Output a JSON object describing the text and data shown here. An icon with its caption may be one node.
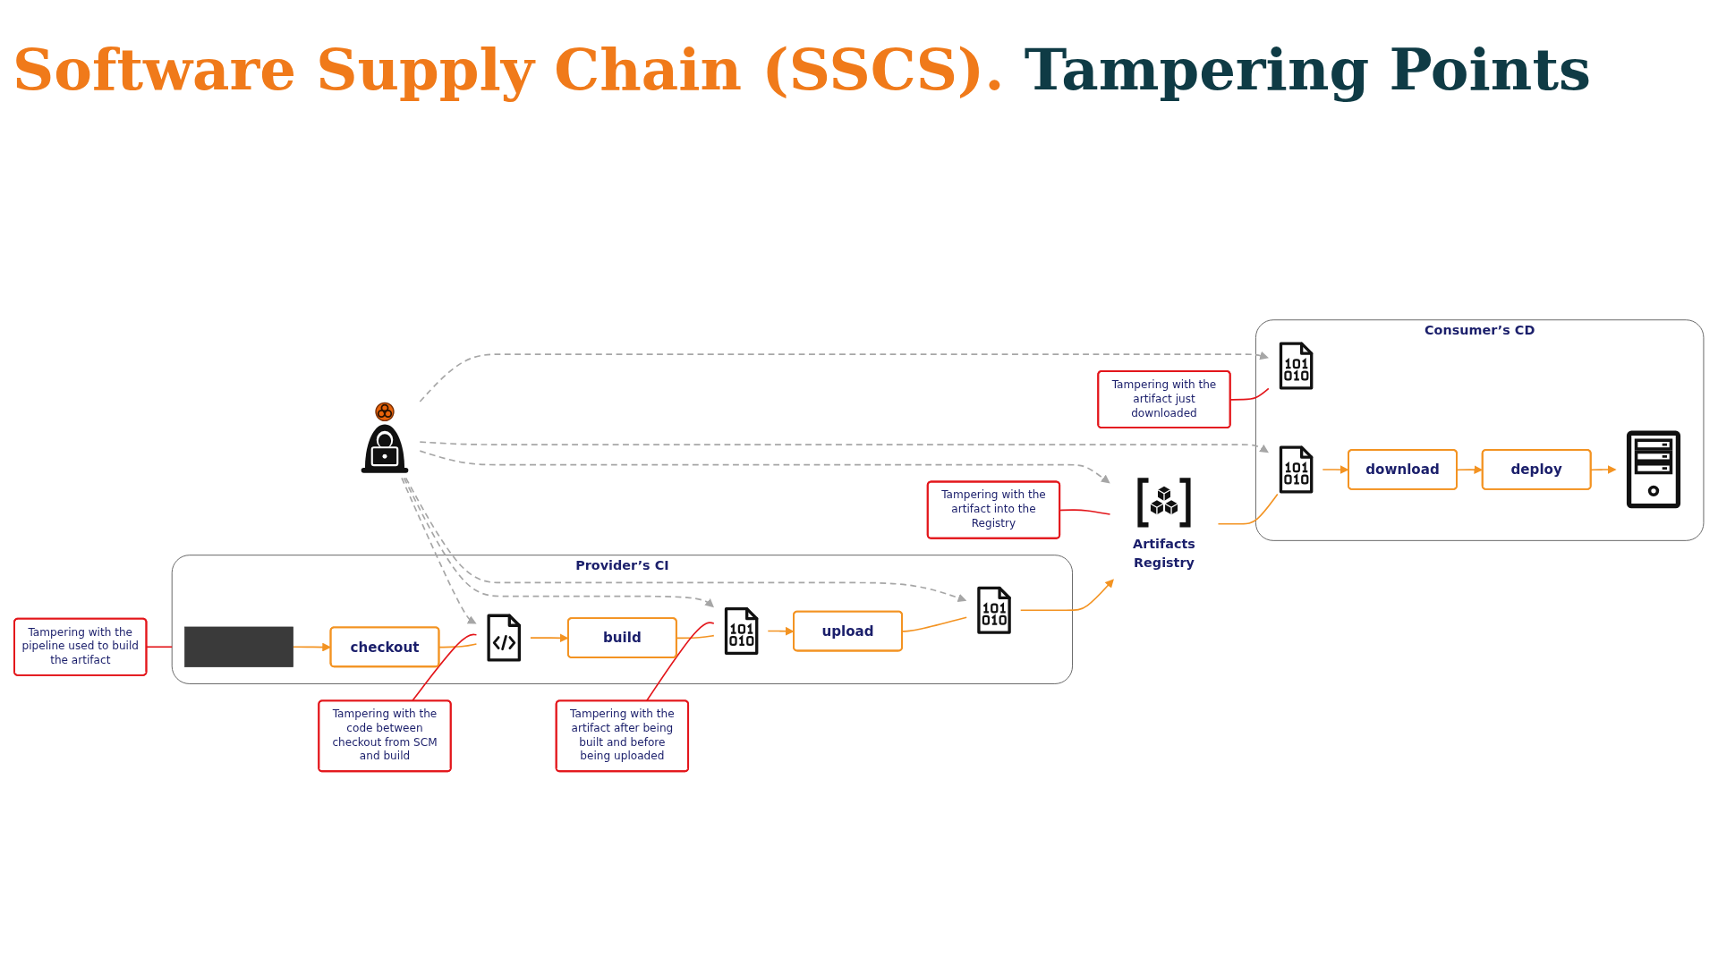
{
  "diagram": {
    "title": "Software Supply Chain (SSCS). Tampering Points",
    "nodes": [
      {
        "text": [
          "Tampering with the pipeline used to build the artifact"
        ]
      },
      {
        "text": [
          "Provider’s CI"
        ]
      },
      {
        "text": [],
        "shape": "box",
        "in": 1
      },
      {
        "text": [
          "checkout"
        ],
        "in": 1
      },
      {
        "text": [
          "Tampering with the code between checkout from SCM and build"
        ]
      },
      {
        "text": [],
        "shape": "document",
        "in": 1
      },
      {
        "text": [
          "build"
        ],
        "in": 1
      },
      {
        "text": [
          "Tampering with the artifact after being built and before being uploaded"
        ]
      },
      {
        "text": [],
        "shape": "document",
        "in": 1
      },
      {
        "text": [
          "upload"
        ],
        "in": 1
      },
      {
        "text": [],
        "shape": "document",
        "in": 1
      },
      {
        "text": [
          "Consumer’s CD"
        ]
      },
      {
        "text": [],
        "shape": "picture",
        "in": 11
      },
      {
        "text": [
          "deploy"
        ],
        "in": 11
      },
      {
        "text": [],
        "shape": "document",
        "in": 11
      },
      {
        "text": [
          "Tampering with the artifact just downloaded"
        ]
      },
      {
        "text": [
          "download"
        ],
        "in": 11
      },
      {
        "text": [],
        "shape": "document",
        "in": 11
      },
      {
        "text": [],
        "shape": "person"
      },
      {
        "text": [
          "Artifacts Registry"
        ]
      },
      {
        "text": [
          "Tampering with the artifact into the Registry"
        ]
      }
    ],
    "edges": [
      {
        "from": 0,
        "to": 1,
        "arrow": "none",
        "color": "#e3161b"
      },
      {
        "from": 2,
        "to": 3,
        "arrow": "to"
      },
      {
        "from": 3,
        "to": 5,
        "arrow": "none"
      },
      {
        "from": 5,
        "to": 6,
        "arrow": "to"
      },
      {
        "from": 4,
        "to": 5,
        "arrow": "none",
        "color": "#e3161b"
      },
      {
        "from": 6,
        "to": 8,
        "arrow": "none"
      },
      {
        "from": 8,
        "to": 9,
        "arrow": "to"
      },
      {
        "from": 7,
        "to": 8,
        "arrow": "none",
        "color": "#e3161b"
      },
      {
        "from": 9,
        "to": 10,
        "arrow": "none"
      },
      {
        "from": 10,
        "to": 19,
        "arrow": "to"
      },
      {
        "from": 19,
        "to": 17,
        "arrow": "none"
      },
      {
        "from": 17,
        "to": 16,
        "arrow": "to"
      },
      {
        "from": 16,
        "to": 13,
        "arrow": "to"
      },
      {
        "from": 13,
        "to": 12,
        "arrow": "to"
      },
      {
        "from": 15,
        "to": 14,
        "arrow": "none",
        "color": "#e3161b"
      },
      {
        "from": 20,
        "to": 19,
        "arrow": "none",
        "color": "#e3161b"
      },
      {
        "from": 18,
        "to": 5,
        "arrow": "to",
        "style": "dashed",
        "color": "#a6a6a6"
      },
      {
        "from": 18,
        "to": 8,
        "arrow": "to",
        "style": "dashed",
        "color": "#a6a6a6"
      },
      {
        "from": 18,
        "to": 10,
        "arrow": "to",
        "style": "dashed",
        "color": "#a6a6a6"
      },
      {
        "from": 18,
        "to": 19,
        "arrow": "to",
        "style": "dashed",
        "color": "#a6a6a6"
      },
      {
        "from": 18,
        "to": 17,
        "arrow": "to",
        "style": "dashed",
        "color": "#a6a6a6"
      },
      {
        "from": 18,
        "to": 14,
        "arrow": "to",
        "style": "dashed",
        "color": "#a6a6a6"
      }
    ]
  }
}
